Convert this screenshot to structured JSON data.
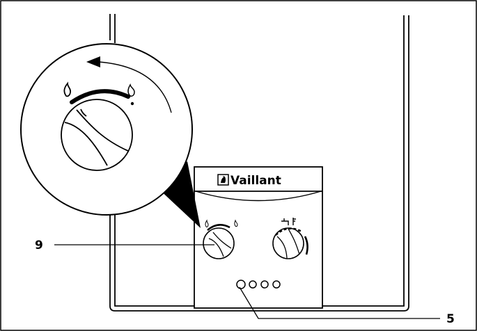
{
  "brand": {
    "name": "Vaillant",
    "logo_mark": "vaillant-hare-logo-icon"
  },
  "callouts": [
    {
      "id": "9",
      "label": "9",
      "refers_to": "gas-power-knob"
    },
    {
      "id": "5",
      "label": "5",
      "refers_to": "ignition-indicator-lights"
    }
  ],
  "icons": {
    "flame_small": "flame-small-icon",
    "flame_large": "flame-large-icon",
    "tap": "water-tap-icon",
    "thermometer": "thermometer-icon",
    "rotation_arrow": "counterclockwise-arrow-icon"
  },
  "indicator_lights": {
    "count": 4
  },
  "colors": {
    "line": "#000000",
    "background": "#ffffff"
  }
}
